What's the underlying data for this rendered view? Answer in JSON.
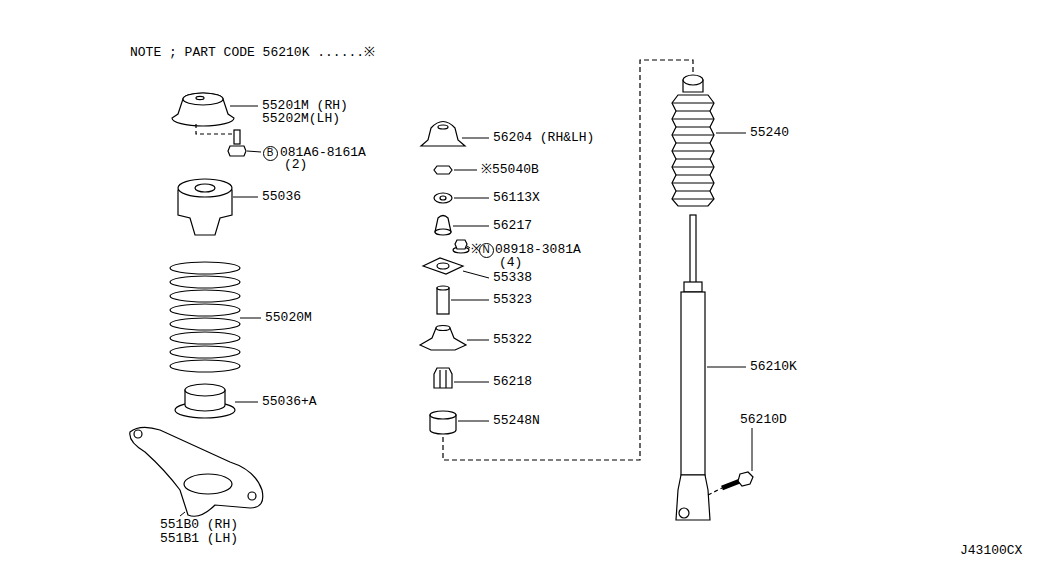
{
  "diagram": {
    "nodes": [
      {
        "text": [
          "B"
        ]
      },
      {
        "text": [
          "N"
        ]
      }
    ],
    "labels": [
      "NOTE ; PART CODE 56210K ......※",
      "55201M (RH)",
      "55202M(LH)",
      "081A6-8161A",
      "(2)",
      "55036",
      "55020M",
      "55036+A",
      "551B0 (RH)",
      "551B1 (LH)",
      "56204 (RH&LH)",
      "※55040B",
      "56113X",
      "56217",
      "※",
      "08918-3081A",
      "(4)",
      "55338",
      "55323",
      "55322",
      "56218",
      "55248N",
      "55240",
      "56210K",
      "56210D",
      "J43100CX"
    ]
  }
}
